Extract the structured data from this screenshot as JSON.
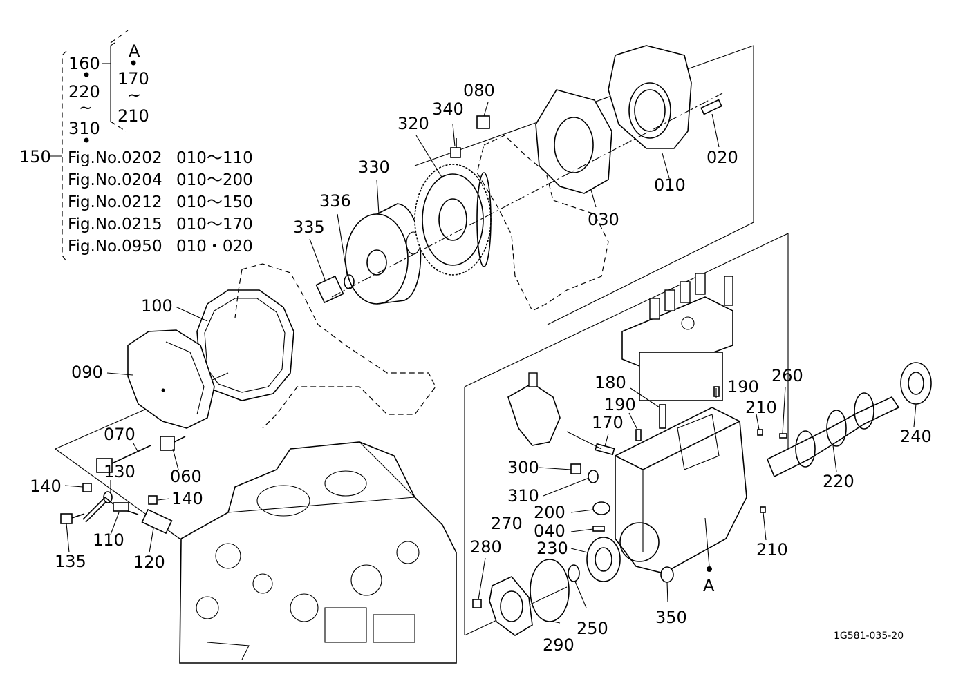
{
  "legend": {
    "group_a": [
      "160",
      "220",
      "310"
    ],
    "group_a_sep": [
      "•",
      "~",
      "•"
    ],
    "group_b_top": "A",
    "group_b": [
      "170",
      "210"
    ],
    "group_b_sep": [
      "•",
      "~"
    ],
    "main_label": "150",
    "fig_refs": [
      {
        "fig": "Fig.No.0202",
        "range": "010～110"
      },
      {
        "fig": "Fig.No.0204",
        "range": "010～200"
      },
      {
        "fig": "Fig.No.0212",
        "range": "010～150"
      },
      {
        "fig": "Fig.No.0215",
        "range": "010～170"
      },
      {
        "fig": "Fig.No.0950",
        "range": "010・020"
      }
    ]
  },
  "parts": {
    "p010": "010",
    "p020": "020",
    "p030": "030",
    "p040": "040",
    "p060": "060",
    "p070": "070",
    "p080": "080",
    "p090": "090",
    "p100": "100",
    "p110": "110",
    "p120": "120",
    "p130": "130",
    "p135": "135",
    "p140a": "140",
    "p140b": "140",
    "p170": "170",
    "p180": "180",
    "p190a": "190",
    "p190b": "190",
    "p200": "200",
    "p210a": "210",
    "p210b": "210",
    "p220": "220",
    "p230": "230",
    "p240": "240",
    "p250": "250",
    "p260": "260",
    "p270": "270",
    "p280": "280",
    "p290": "290",
    "p300": "300",
    "p310": "310",
    "p320": "320",
    "p330": "330",
    "p335": "335",
    "p336": "336",
    "p340": "340",
    "p350": "350",
    "marker_a": "A"
  },
  "drawing_code": "1G581-035-20"
}
